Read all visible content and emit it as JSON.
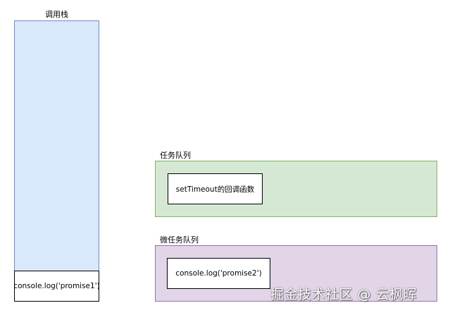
{
  "call_stack": {
    "label": "调用栈",
    "items": [
      "console.log('promise1')"
    ]
  },
  "task_queue": {
    "label": "任务队列",
    "items": [
      "setTimeout的回调函数"
    ]
  },
  "microtask_queue": {
    "label": "微任务队列",
    "items": [
      "console.log('promise2')"
    ]
  },
  "watermark": "掘金技术社区 @ 云枫晖",
  "colors": {
    "call_stack_fill": "#dae8fc",
    "call_stack_stroke": "#6c8ebf",
    "task_queue_fill": "#d5e8d4",
    "task_queue_stroke": "#82b366",
    "microtask_queue_fill": "#e1d5e7",
    "microtask_queue_stroke": "#9673a6"
  }
}
